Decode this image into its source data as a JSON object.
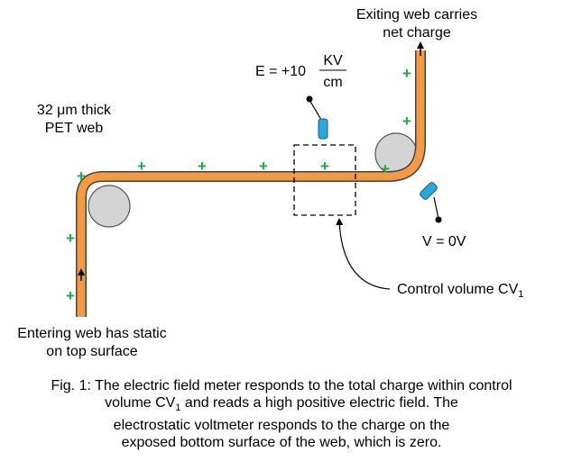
{
  "labels": {
    "exiting_line1": "Exiting web carries",
    "exiting_line2": "net charge",
    "efield_prefix": "E = +10",
    "efield_num": "KV",
    "efield_den": "cm",
    "thickness_line1": "32 μm thick",
    "thickness_line2": "PET web",
    "voltage": "V = 0V",
    "control_volume": "Control volume CV",
    "control_volume_sub": "1",
    "entering_line1": "Entering web has static",
    "entering_line2": "on top surface"
  },
  "plus_sign": "+",
  "caption": {
    "line1": "Fig. 1:  The electric field meter responds to the total charge within control",
    "line2_a": "volume CV",
    "line2_sub": "1",
    "line2_b": " and reads a high positive electric field. The",
    "line3": "electrostatic voltmeter responds to the charge on the",
    "line4": "exposed bottom surface of the web, which is zero."
  },
  "colors": {
    "web": "#f59a42",
    "web_outline": "#444444",
    "roller": "#d4d4d4",
    "plus": "#1aa84a",
    "probe": "#2aa8dc"
  }
}
